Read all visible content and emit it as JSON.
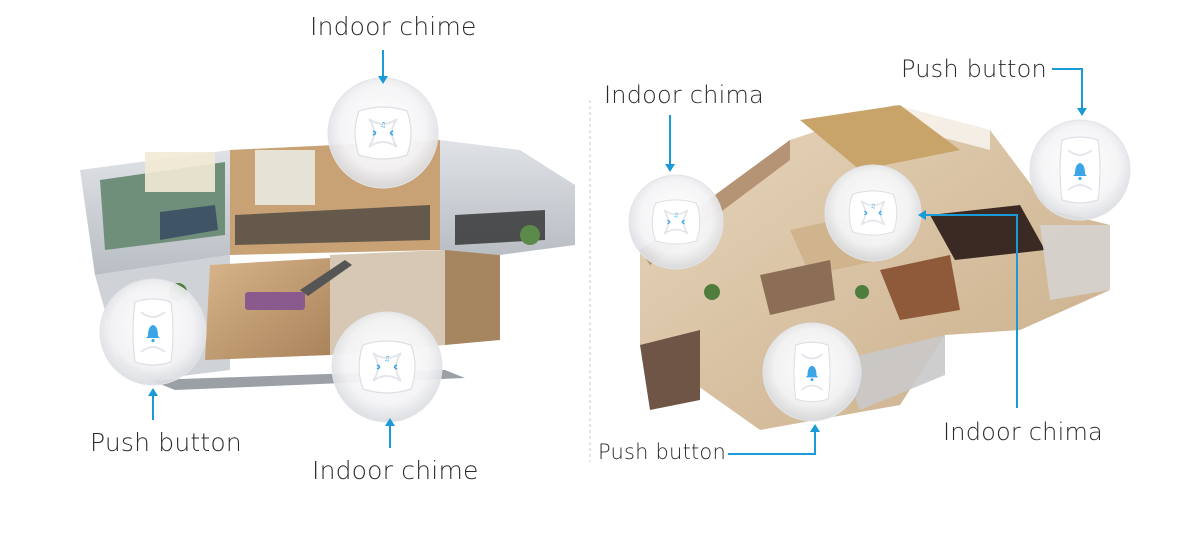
{
  "labels": {
    "left_top_chime": "Indoor chime",
    "left_push_button": "Push button",
    "left_bottom_chime": "Indoor chime",
    "right_top_left_chime": "Indoor chima",
    "right_push_button_top": "Push button",
    "right_push_button_bottom": "Push button",
    "right_bottom_chime": "Indoor chima"
  },
  "devices": [
    {
      "kind": "chime-icon"
    },
    {
      "kind": "push-button-icon"
    }
  ],
  "colors": {
    "arrow": "#1a9ad6",
    "label": "#2a2a2a",
    "separator": "#c8c8c8",
    "chime_accent": "#3aa6e8"
  }
}
